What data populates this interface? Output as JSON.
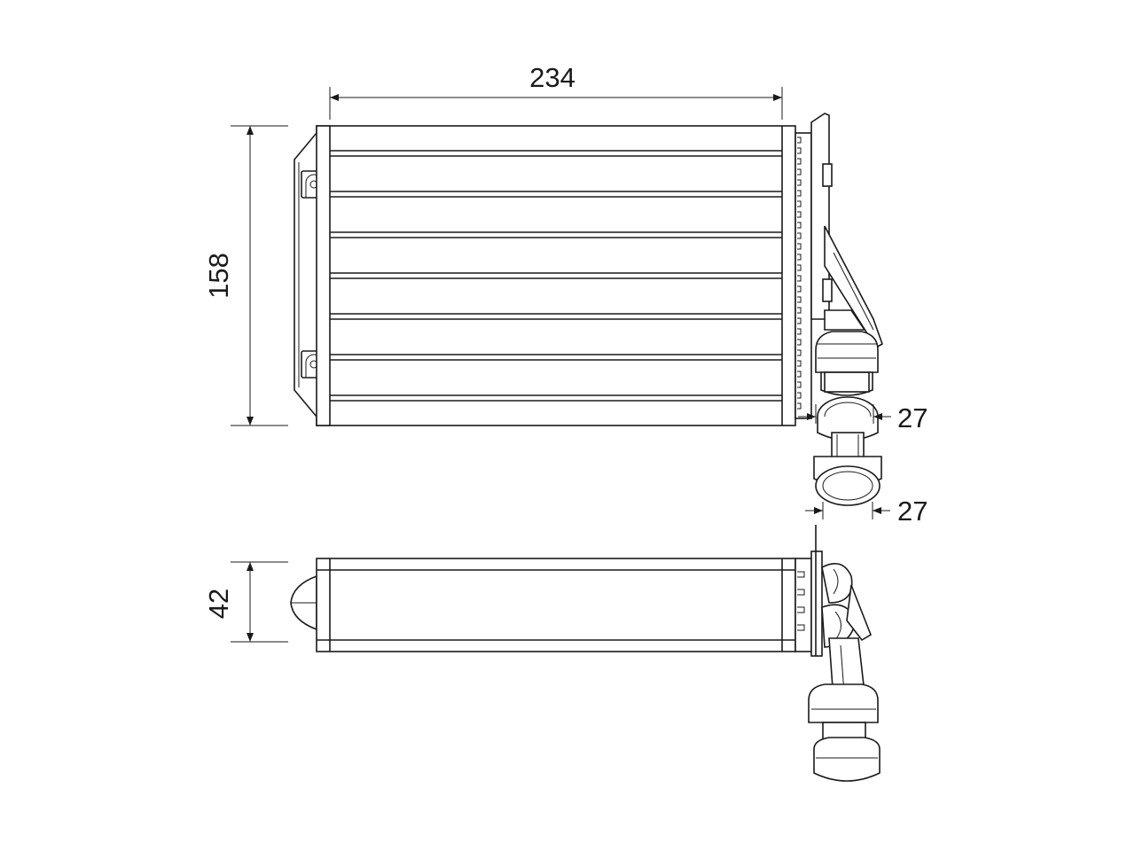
{
  "dimensions": {
    "width": "234",
    "height": "158",
    "depth": "42",
    "pipe_upper": "27",
    "pipe_lower": "27"
  }
}
